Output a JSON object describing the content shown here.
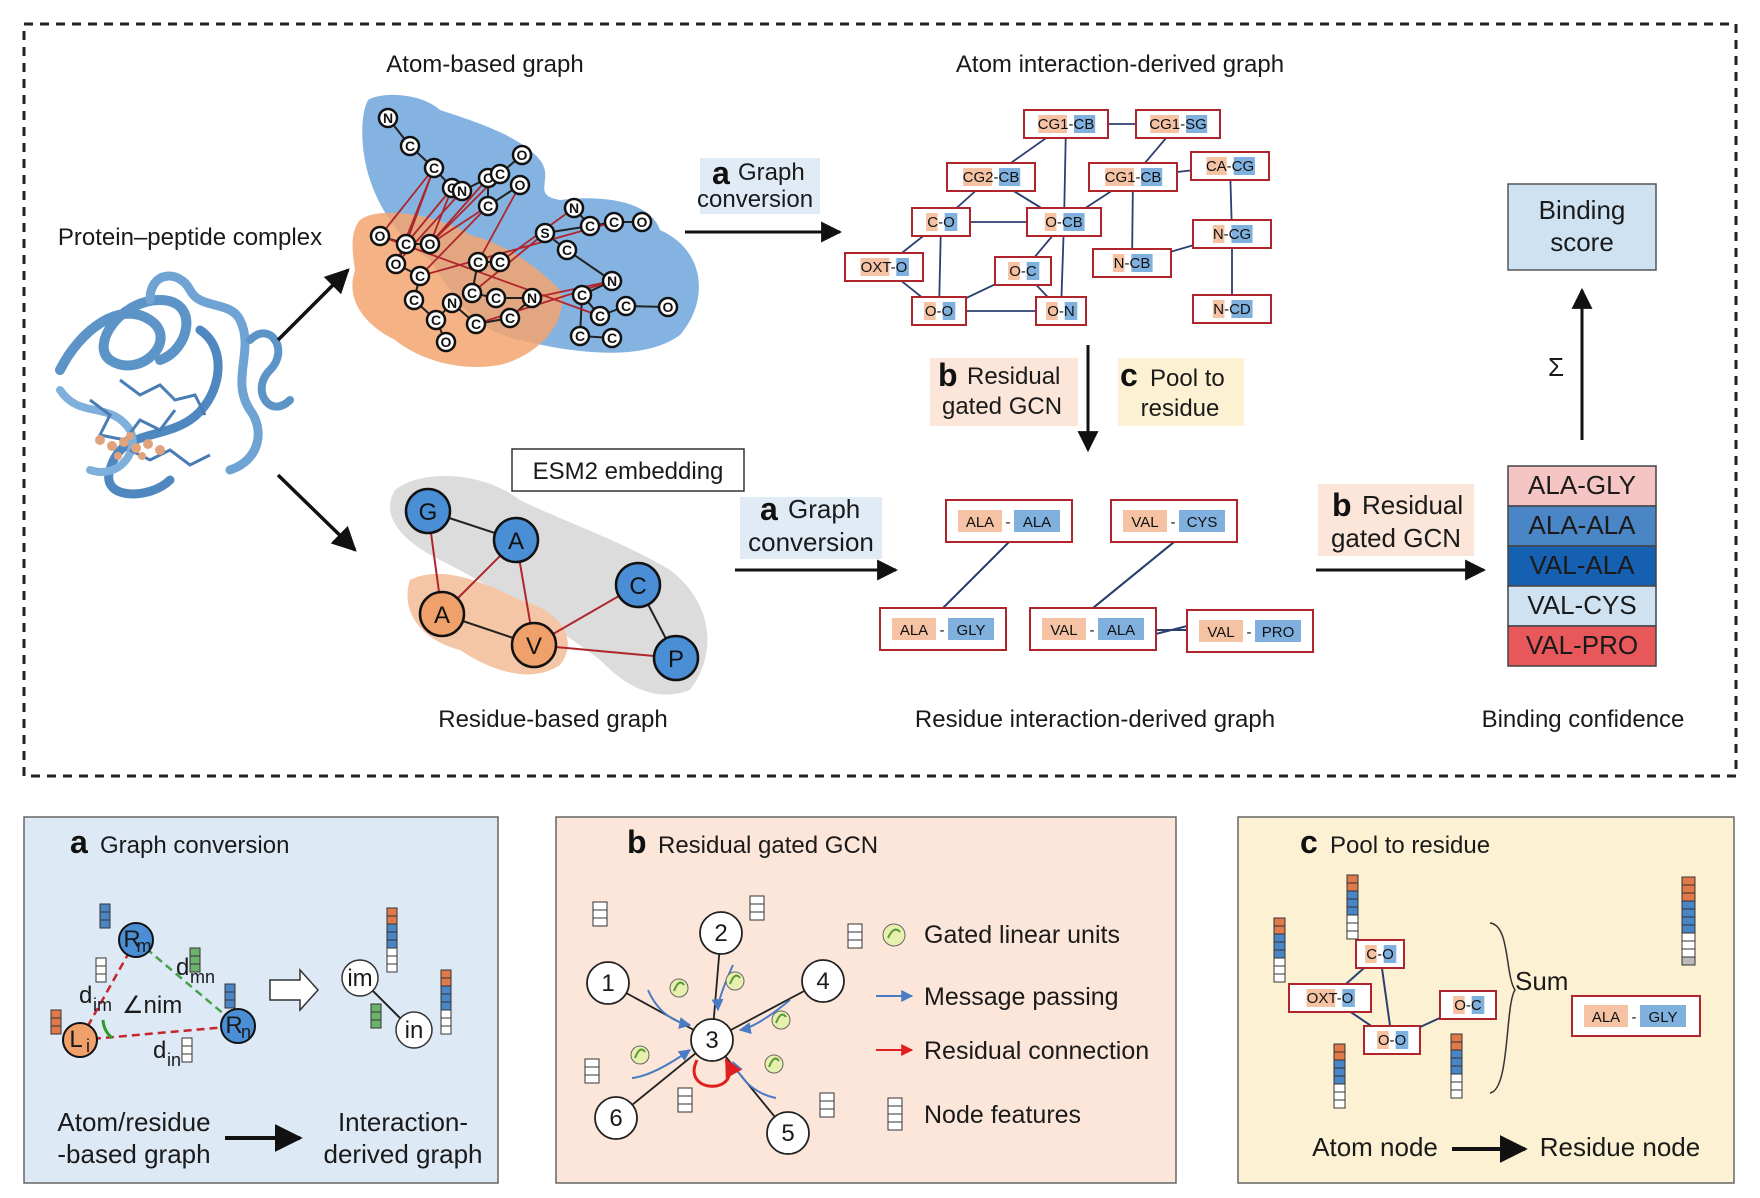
{
  "labels": {
    "atom_based_graph": "Atom-based graph",
    "atom_interaction_graph": "Atom interaction-derived graph",
    "protein_peptide_complex": "Protein–peptide complex",
    "esm2_embedding": "ESM2 embedding",
    "residue_based_graph": "Residue-based graph",
    "residue_interaction_graph": "Residue interaction-derived graph",
    "binding_score_l1": "Binding",
    "binding_score_l2": "score",
    "binding_confidence": "Binding confidence",
    "sigma": "Σ"
  },
  "steps": {
    "a_letter": "a",
    "graph_l1": "Graph",
    "graph_l2": "conversion",
    "b_letter": "b",
    "residual_l1": "Residual",
    "residual_l2": "gated GCN",
    "c_letter": "c",
    "pool_l1": "Pool to",
    "pool_l2": "residue"
  },
  "atom_nodes": {
    "blue": [
      "N",
      "C",
      "C",
      "C",
      "N",
      "C",
      "C",
      "O",
      "C",
      "O",
      "N",
      "C",
      "C",
      "O",
      "S",
      "C",
      "N",
      "C",
      "C",
      "C",
      "C",
      "C",
      "O"
    ],
    "orange": [
      "O",
      "C",
      "O",
      "O",
      "C",
      "C",
      "C",
      "C",
      "N",
      "C",
      "C",
      "C",
      "N",
      "C",
      "C",
      "O"
    ]
  },
  "atom_pairs": [
    {
      "a": "CG1",
      "b": "CB"
    },
    {
      "a": "CG1",
      "b": "SG"
    },
    {
      "a": "CG2",
      "b": "CB"
    },
    {
      "a": "CG1",
      "b": "CB"
    },
    {
      "a": "CA",
      "b": "CG"
    },
    {
      "a": "C",
      "b": "O"
    },
    {
      "a": "O",
      "b": "CB"
    },
    {
      "a": "N",
      "b": "CG"
    },
    {
      "a": "OXT",
      "b": "O"
    },
    {
      "a": "O",
      "b": "C"
    },
    {
      "a": "N",
      "b": "CB"
    },
    {
      "a": "O",
      "b": "O"
    },
    {
      "a": "O",
      "b": "N"
    },
    {
      "a": "N",
      "b": "CD"
    }
  ],
  "residue_nodes": [
    "G",
    "A",
    "C",
    "A",
    "V",
    "P"
  ],
  "residue_pairs": [
    {
      "a": "ALA",
      "b": "ALA"
    },
    {
      "a": "VAL",
      "b": "CYS"
    },
    {
      "a": "ALA",
      "b": "GLY"
    },
    {
      "a": "VAL",
      "b": "ALA"
    },
    {
      "a": "VAL",
      "b": "PRO"
    }
  ],
  "confidence": [
    {
      "label": "ALA-GLY",
      "color": "#f4c5c3"
    },
    {
      "label": "ALA-ALA",
      "color": "#4a86c5"
    },
    {
      "label": "VAL-ALA",
      "color": "#1560b0"
    },
    {
      "label": "VAL-CYS",
      "color": "#cfe2f1"
    },
    {
      "label": "VAL-PRO",
      "color": "#e8575a"
    }
  ],
  "panel_a": {
    "letter": "a",
    "title": "Graph conversion",
    "node_rm": "R",
    "node_rm_sub": "m",
    "node_rn": "R",
    "node_rn_sub": "n",
    "node_li": "L",
    "node_li_sub": "i",
    "d_im": "d",
    "d_im_sub": "im",
    "d_mn": "d",
    "d_mn_sub": "mn",
    "d_in": "d",
    "d_in_sub": "in",
    "angle": "∠nim",
    "node_im": "im",
    "node_in": "in",
    "from_l1": "Atom/residue",
    "from_l2": "-based graph",
    "to_l1": "Interaction-",
    "to_l2": "derived graph"
  },
  "panel_b": {
    "letter": "b",
    "title": "Residual gated GCN",
    "nodes": [
      "1",
      "2",
      "3",
      "4",
      "5",
      "6"
    ],
    "legend": [
      "Gated linear units",
      "Message passing",
      "Residual connection",
      "Node features"
    ]
  },
  "panel_c": {
    "letter": "c",
    "title": "Pool to residue",
    "pairs": [
      {
        "a": "C",
        "b": "O"
      },
      {
        "a": "OXT",
        "b": "O"
      },
      {
        "a": "O",
        "b": "C"
      },
      {
        "a": "O",
        "b": "O"
      }
    ],
    "sum": "Sum",
    "result_a": "ALA",
    "result_b": "GLY",
    "from": "Atom node",
    "to": "Residue node"
  },
  "colors": {
    "blue_fill": "#4a8fd6",
    "orange_fill": "#f0a06a",
    "pair_orange": "#f5c3a3",
    "pair_blue": "#7fb0de",
    "pair_border": "#b0252c",
    "panel_a_bg": "#dde9f5",
    "panel_b_bg": "#fbe6d9",
    "panel_c_bg": "#fcf1d2",
    "score_bg": "#cfe2f1"
  }
}
